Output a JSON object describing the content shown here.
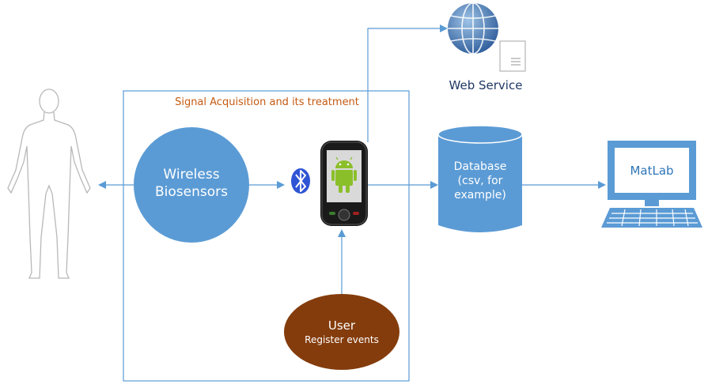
{
  "group": {
    "title": "Signal Acquisition and its treatment",
    "title_color": "#C55A11"
  },
  "sensors": {
    "line1": "Wireless",
    "line2": "Biosensors",
    "fill": "#5B9BD5"
  },
  "user": {
    "title": "User",
    "subtitle": "Register events",
    "fill": "#843C0C"
  },
  "database": {
    "line1": "Database",
    "line2": "(csv, for",
    "line3": "example)",
    "fill": "#5B9BD5"
  },
  "web_service": {
    "label": "Web Service",
    "label_color": "#1F3864"
  },
  "matlab": {
    "label": "MatLab",
    "label_color": "#2E75B6"
  },
  "colors": {
    "accent": "#5B9BD5",
    "line": "#5B9BD5"
  },
  "icons": [
    "human-body-icon",
    "bluetooth-icon",
    "android-phone-icon",
    "globe-server-icon",
    "computer-icon",
    "database-icon"
  ]
}
